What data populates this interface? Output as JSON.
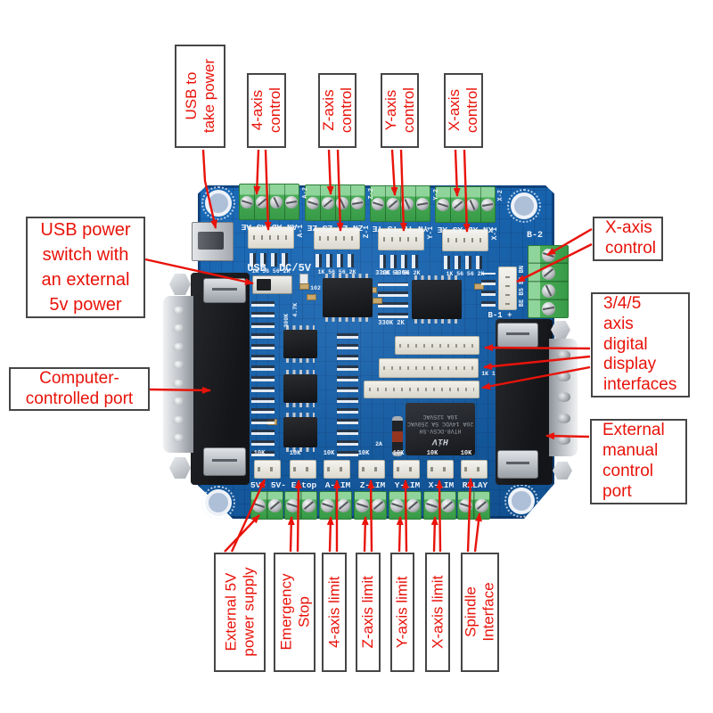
{
  "colors": {
    "annotation_red": "#e8130a",
    "callout_border": "#464646",
    "pcb_blue": "#1a6ab8",
    "terminal_green": "#4aad58"
  },
  "callouts": {
    "usb_take_power": "USB to\ntake power",
    "axis4_control": "4-axis\ncontrol",
    "axisz_control": "Z-axis\ncontrol",
    "axisy_control": "Y-axis\ncontrol",
    "axisx_control": "X-axis\ncontrol",
    "usb_power_switch": "USB power\nswitch with\nan external\n5v power",
    "xaxis_control_right": "X-axis\ncontrol",
    "digital_display": "3/4/5\naxis\ndigital\ndisplay\ninterfaces",
    "computer_port": "Computer-\ncontrolled port",
    "manual_port": "External\nmanual\ncontrol\nport",
    "ext_5v": "External 5V\npower supply",
    "emergency_stop": "Emergency\nStop",
    "limit_4": "4-axis limit",
    "limit_z": "Z-axis limit",
    "limit_y": "Y-axis limit",
    "limit_x": "X-axis limit",
    "spindle": "Spindle\nInterface"
  },
  "silkscreen": {
    "axes": [
      {
        "terminal": "AN AD AS AE",
        "jst": "A-1",
        "block": "A-2",
        "resistors": "1K 56 56 2K"
      },
      {
        "terminal": "ZN ZD ZS ZE",
        "jst": "Z-1",
        "block": "Z-2",
        "resistors": "1K 56 56 2K"
      },
      {
        "terminal": "YN YD YS YE",
        "jst": "Y-1",
        "block": "Y-2",
        "resistors": "1K 56 56 2K"
      },
      {
        "terminal": "XN XD XS XE",
        "jst": "X-1",
        "block": "X-2",
        "resistors": "1K 56 56 2K"
      }
    ],
    "usb": "USB",
    "dc5v": "DC/5V",
    "b2": "B-2",
    "b1": "B-1 +",
    "b_terminal": "BE BS BD BN",
    "r330_top": "330K 330K",
    "r330_bottom": "330K  2K",
    "misc_102": "102",
    "misc_47k": "4.7K",
    "misc_300k": "300K",
    "misc_1k1k": "1K 1K",
    "misc_2a": "2A",
    "misc_10k": "10K",
    "bottom_ports": [
      {
        "label": "5V+ 5V-"
      },
      {
        "label": "Estop"
      },
      {
        "label": "A-LIM"
      },
      {
        "label": "Z-LIM"
      },
      {
        "label": "Y-LIM"
      },
      {
        "label": "X-LIM"
      },
      {
        "label": "RELAY"
      }
    ],
    "relay": {
      "brand": "HiV",
      "model": "HTV8-DC5V-SH",
      "rating1": "20A 14VDC 5A 250VAC",
      "rating2": "10A 125VAC"
    }
  }
}
